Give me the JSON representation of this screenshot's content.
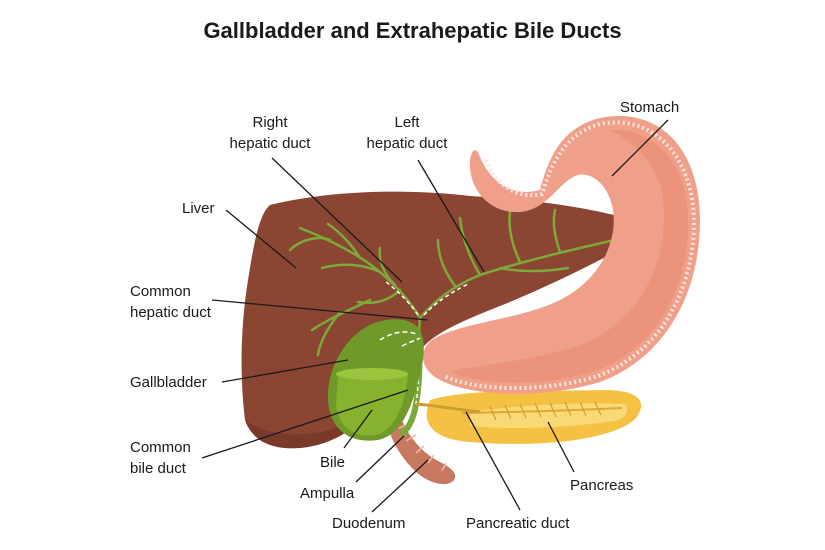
{
  "title": "Gallbladder and Extrahepatic Bile Ducts",
  "labels": {
    "right_hepatic_duct": [
      "Right",
      "hepatic duct"
    ],
    "left_hepatic_duct": [
      "Left",
      "hepatic duct"
    ],
    "stomach": "Stomach",
    "liver": "Liver",
    "common_hepatic_duct": [
      "Common",
      "hepatic duct"
    ],
    "gallbladder": "Gallbladder",
    "common_bile_duct": [
      "Common",
      "bile duct"
    ],
    "bile": "Bile",
    "ampulla": "Ampulla",
    "duodenum": "Duodenum",
    "pancreatic_duct": "Pancreatic duct",
    "pancreas": "Pancreas"
  },
  "colors": {
    "liver": "#8b4533",
    "liver_dark": "#6e3325",
    "stomach_outer": "#f0a08a",
    "stomach_inner": "#e98870",
    "stomach_rim": "#fbe7df",
    "pancreas": "#f5c142",
    "pancreas_light": "#f9d977",
    "gallbladder": "#6f9a2a",
    "bile": "#86b22e",
    "duct": "#7ea83a",
    "duodenum": "#c87860",
    "leader": "#1a1a1a"
  }
}
